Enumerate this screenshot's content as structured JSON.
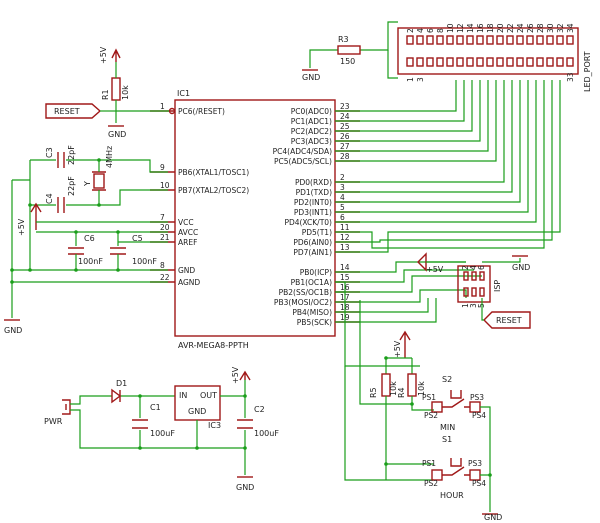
{
  "ic1": {
    "ref": "IC1",
    "part": "AVR-MEGA8-PPTH",
    "left_pins": [
      {
        "name": "PC6(/RESET)",
        "num": "1"
      },
      {
        "name": "PB6(XTAL1/TOSC1)",
        "num": "9"
      },
      {
        "name": "PB7(XTAL2/TOSC2)",
        "num": "10"
      },
      {
        "name": "VCC",
        "num": "7"
      },
      {
        "name": "AVCC",
        "num": "20"
      },
      {
        "name": "AREF",
        "num": "21"
      },
      {
        "name": "GND",
        "num": "8"
      },
      {
        "name": "AGND",
        "num": "22"
      }
    ],
    "right_pins": [
      {
        "name": "PC0(ADC0)",
        "num": "23"
      },
      {
        "name": "PC1(ADC1)",
        "num": "24"
      },
      {
        "name": "PC2(ADC2)",
        "num": "25"
      },
      {
        "name": "PC3(ADC3)",
        "num": "26"
      },
      {
        "name": "PC4(ADC4/SDA)",
        "num": "27"
      },
      {
        "name": "PC5(ADC5/SCL)",
        "num": "28"
      },
      {
        "name": "PD0(RXD)",
        "num": "2"
      },
      {
        "name": "PD1(TXD)",
        "num": "3"
      },
      {
        "name": "PD2(INT0)",
        "num": "4"
      },
      {
        "name": "PD3(INT1)",
        "num": "5"
      },
      {
        "name": "PD4(XCK/T0)",
        "num": "6"
      },
      {
        "name": "PD5(T1)",
        "num": "11"
      },
      {
        "name": "PD6(AIN0)",
        "num": "12"
      },
      {
        "name": "PD7(AIN1)",
        "num": "13"
      },
      {
        "name": "PB0(ICP)",
        "num": "14"
      },
      {
        "name": "PB1(OC1A)",
        "num": "15"
      },
      {
        "name": "PB2(SS/OC1B)",
        "num": "16"
      },
      {
        "name": "PB3(MOSI/OC2)",
        "num": "17"
      },
      {
        "name": "PB4(MISO)",
        "num": "18"
      },
      {
        "name": "PB5(SCK)",
        "num": "19"
      }
    ]
  },
  "labels": {
    "plus5v": "+5V",
    "gnd": "GND",
    "reset": "RESET",
    "r1": "R1",
    "r1_val": "10k",
    "r3": "R3",
    "r3_val": "150",
    "r4": "R4",
    "r4_val": "10k",
    "r5": "R5",
    "r5_val": "10k",
    "c3": "C3",
    "c3_val": "22pF",
    "c4": "C4",
    "c4_val": "22pF",
    "y": "Y",
    "y_val": "4MHz",
    "c5": "C5",
    "c5_val": "100nF",
    "c6": "C6",
    "c6_val": "100nF",
    "d1": "D1",
    "c1": "C1",
    "c1_val": "100uF",
    "c2": "C2",
    "c2_val": "100uF",
    "ic3": "IC3",
    "ic3_in": "IN",
    "ic3_out": "OUT",
    "ic3_gnd": "GND",
    "pwr": "PWR",
    "led_port": "LED_PORT",
    "isp": "ISP",
    "s1": "S1",
    "s2": "S2",
    "hour": "HOUR",
    "min": "MIN",
    "ps1": "PS1",
    "ps2": "PS2",
    "ps3": "PS3",
    "ps4": "PS4",
    "isp_top": [
      "2",
      "4",
      "6"
    ],
    "isp_bot": [
      "1",
      "3",
      "5"
    ],
    "led_top": [
      "2",
      "4",
      "6",
      "8",
      "10",
      "12",
      "14",
      "16",
      "18",
      "20",
      "22",
      "24",
      "26",
      "28",
      "30",
      "32",
      "34"
    ],
    "led_bot": [
      "1",
      "3"
    ],
    "led_bot_right": [
      "33"
    ]
  }
}
